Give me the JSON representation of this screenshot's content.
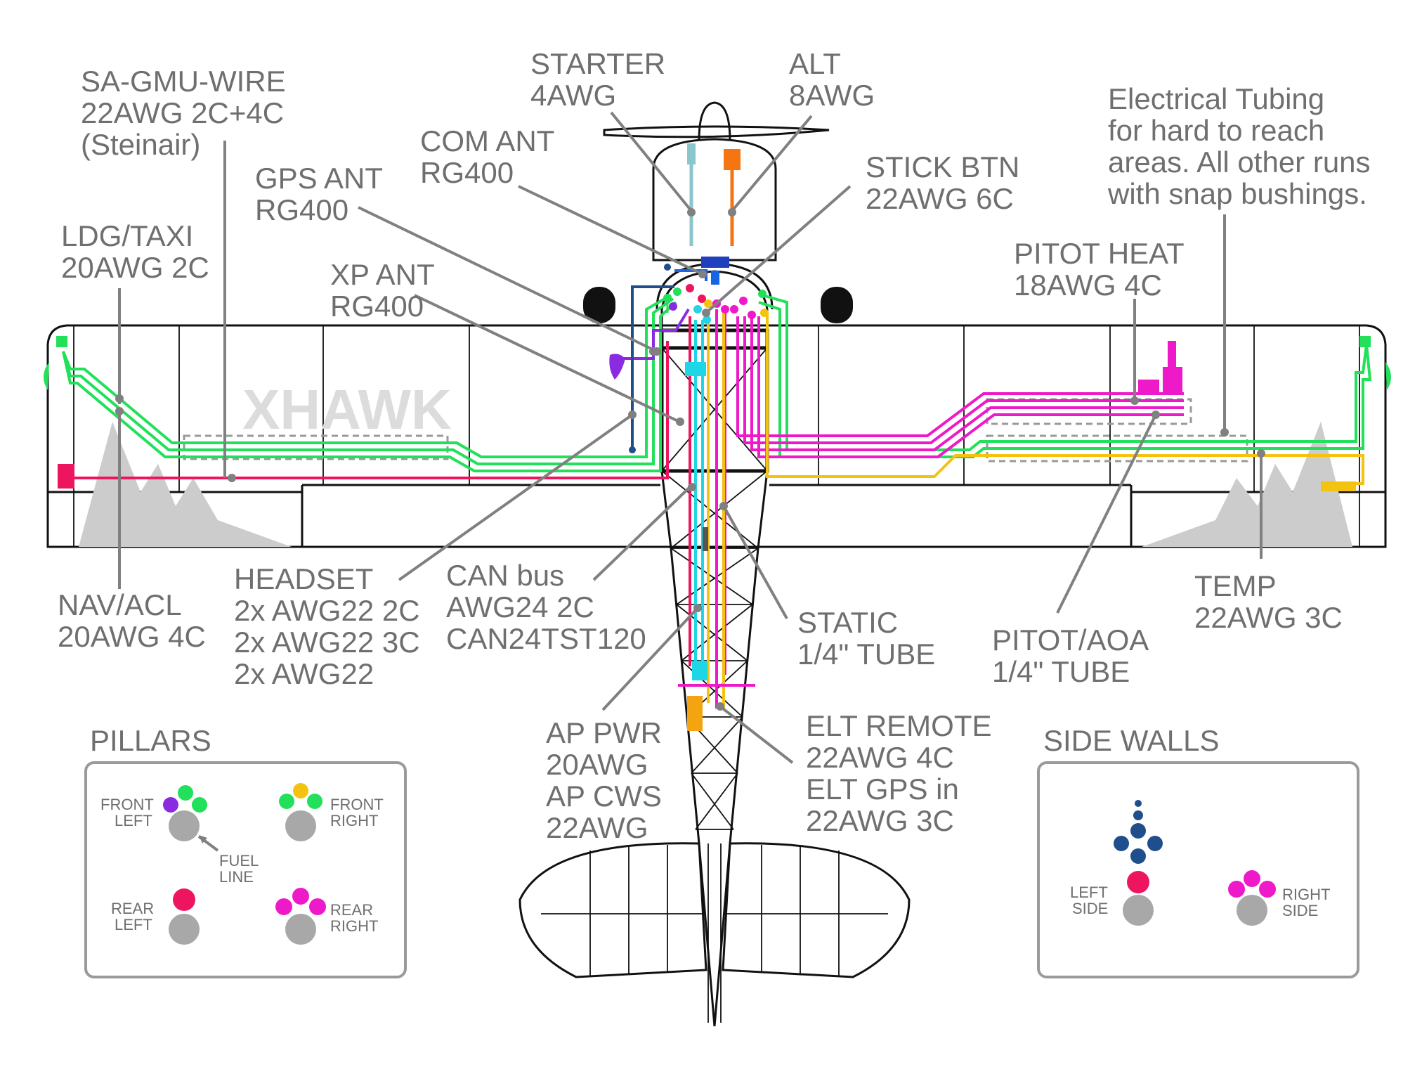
{
  "title": "XHAWK",
  "labels": {
    "sa_gmu": [
      "SA-GMU-WIRE",
      "22AWG 2C+4C",
      "(Steinair)"
    ],
    "starter": [
      "STARTER",
      "4AWG"
    ],
    "alt": [
      "ALT",
      "8AWG"
    ],
    "com_ant": [
      "COM ANT",
      "RG400"
    ],
    "gps_ant": [
      "GPS ANT",
      "RG400"
    ],
    "stick_btn": [
      "STICK BTN",
      "22AWG 6C"
    ],
    "tubing": [
      "Electrical Tubing",
      "for hard to reach",
      "areas. All other runs",
      "with snap bushings."
    ],
    "ldg_taxi": [
      "LDG/TAXI",
      "20AWG 2C"
    ],
    "xp_ant": [
      "XP ANT",
      "RG400"
    ],
    "pitot_heat": [
      "PITOT HEAT",
      "18AWG 4C"
    ],
    "headset": [
      "HEADSET",
      "2x AWG22 2C",
      "2x AWG22 3C",
      "2x AWG22"
    ],
    "can_bus": [
      "CAN bus",
      "AWG24 2C",
      "CAN24TST120"
    ],
    "nav_acl": [
      "NAV/ACL",
      "20AWG 4C"
    ],
    "static": [
      "STATIC",
      "1/4\" TUBE"
    ],
    "pitot_aoa": [
      "PITOT/AOA",
      "1/4\" TUBE"
    ],
    "temp": [
      "TEMP",
      "22AWG 3C"
    ],
    "ap": [
      "AP PWR",
      "20AWG",
      "AP CWS",
      "22AWG"
    ],
    "elt": [
      "ELT REMOTE",
      "22AWG 4C",
      "ELT GPS in",
      "22AWG 3C"
    ]
  },
  "pillars": {
    "title": "PILLARS",
    "front_left": [
      "FRONT",
      "LEFT"
    ],
    "front_right": [
      "FRONT",
      "RIGHT"
    ],
    "rear_left": [
      "REAR",
      "LEFT"
    ],
    "rear_right": [
      "REAR",
      "RIGHT"
    ],
    "fuel_line": [
      "FUEL",
      "LINE"
    ]
  },
  "side_walls": {
    "title": "SIDE WALLS",
    "left_side": [
      "LEFT",
      "SIDE"
    ],
    "right_side": [
      "RIGHT",
      "SIDE"
    ]
  },
  "colors": {
    "green": "#22e05a",
    "magenta": "#ee19c8",
    "red": "#ee1560",
    "cyan": "#1fd6e6",
    "yellow": "#f4c210",
    "orange": "#f47512",
    "purple": "#8a2be2",
    "navy": "#1f4e8c",
    "blue": "#1565e6",
    "gray": "#b3b3b3",
    "teal": "#8ac6cc"
  }
}
